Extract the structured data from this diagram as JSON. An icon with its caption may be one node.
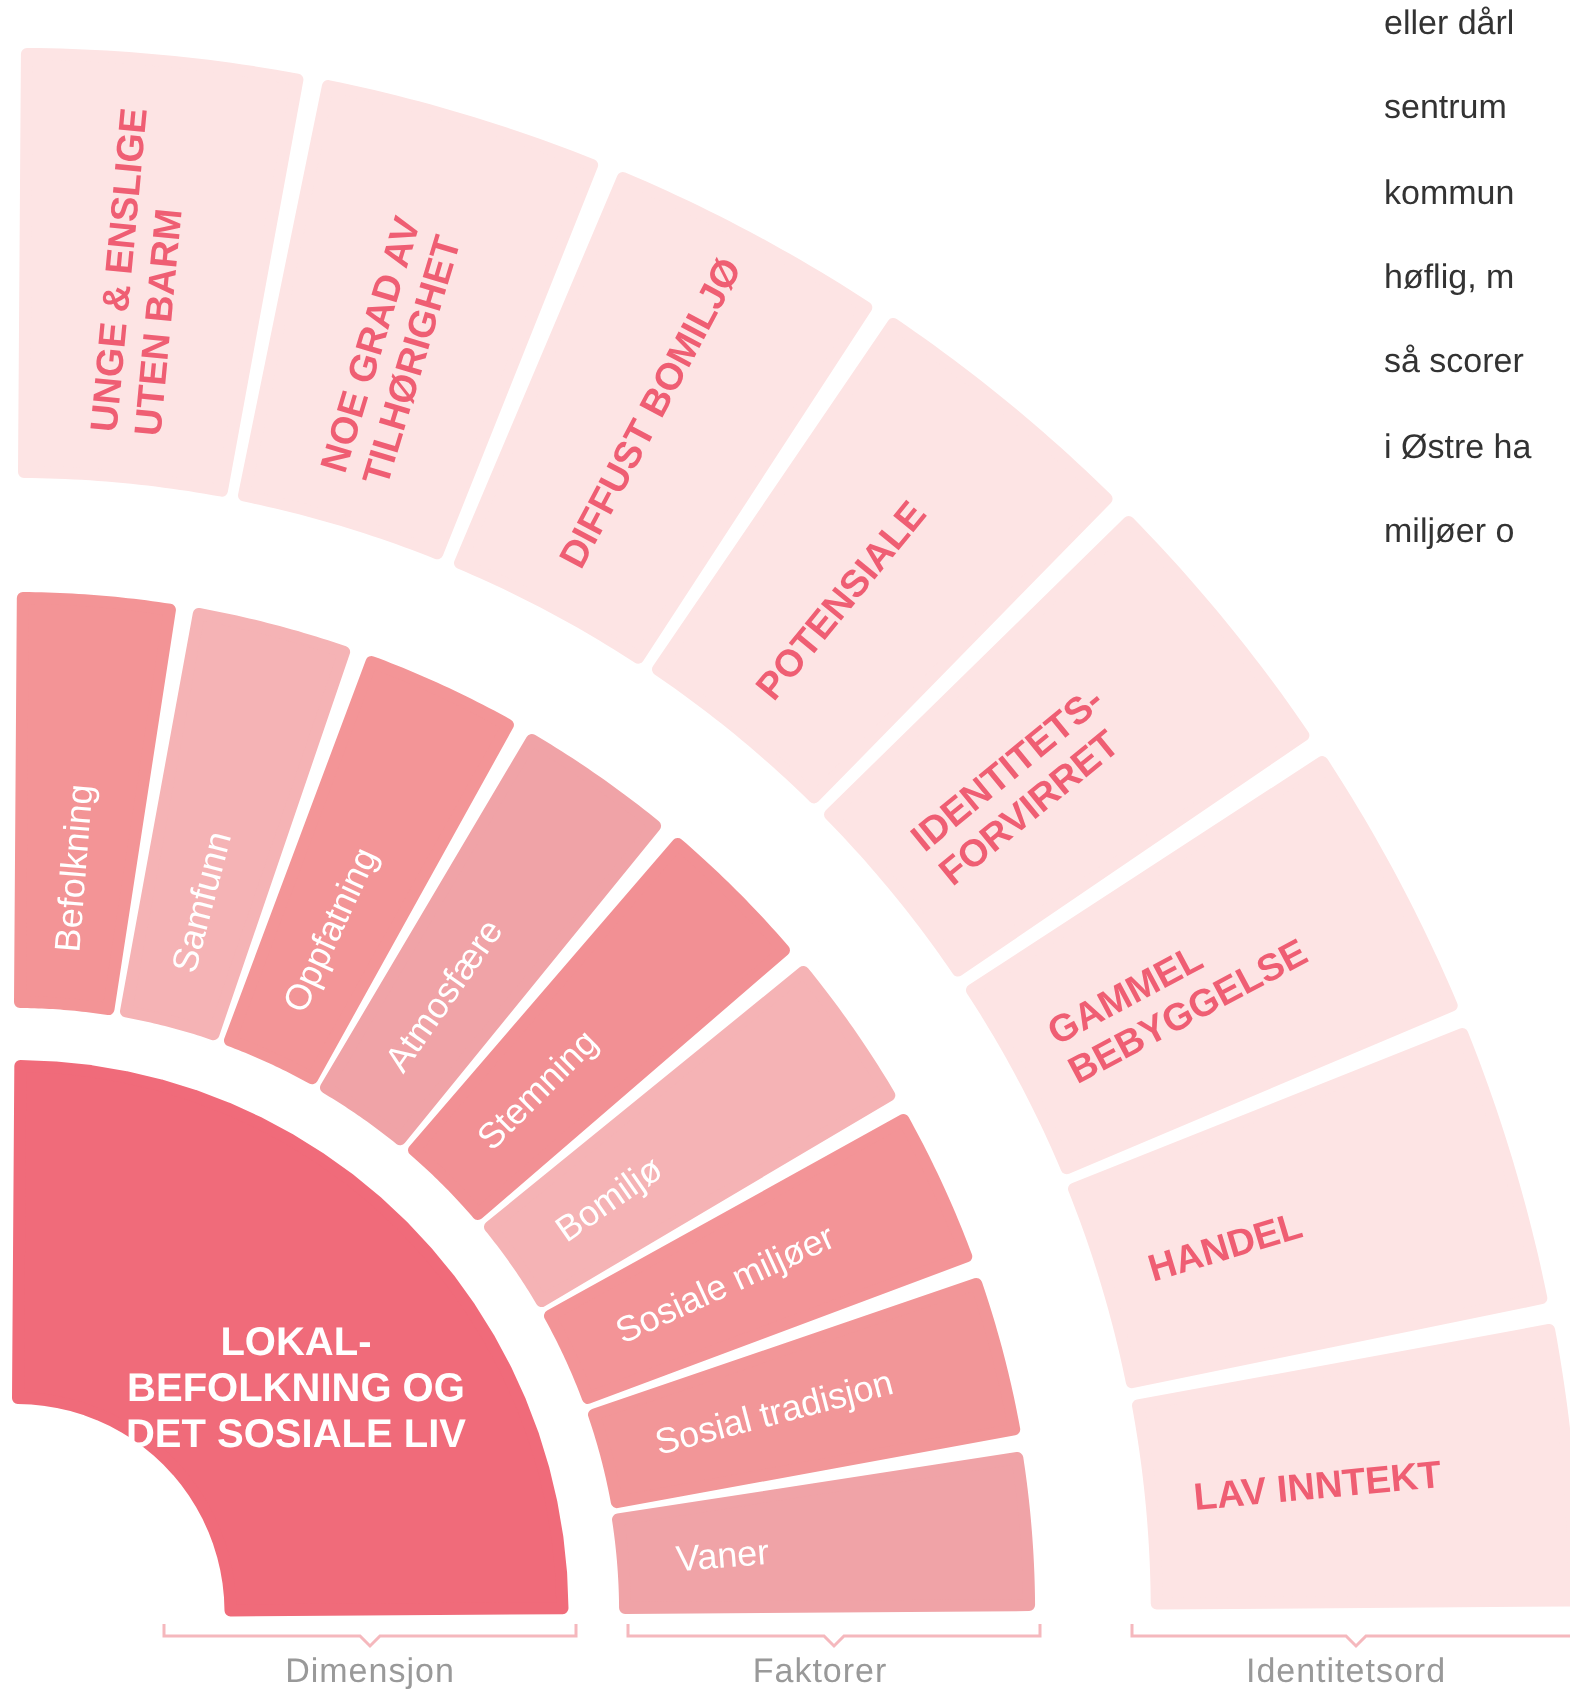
{
  "diagram": {
    "nodes": [
      {
        "text": [
          "LOKAL-BEFOLKNING OG DET SOSIALE LIV"
        ]
      },
      {
        "text": [
          "Befolkning"
        ]
      },
      {
        "text": [
          "Samfunn"
        ]
      },
      {
        "text": [
          "Oppfatning"
        ]
      },
      {
        "text": [
          "Atmosfære"
        ]
      },
      {
        "text": [
          "Stemning"
        ]
      },
      {
        "text": [
          "Bomiljø"
        ]
      },
      {
        "text": [
          "Sosiale miljøer"
        ]
      },
      {
        "text": [
          "Sosial tradisjon"
        ]
      },
      {
        "text": [
          "Vaner"
        ]
      },
      {
        "text": [
          "UNGE & ENSLIGE UTEN BARM"
        ]
      },
      {
        "text": [
          "NOE GRAD AV TILHØRIGHET"
        ]
      },
      {
        "text": [
          "DIFFUST BOMILJØ"
        ]
      },
      {
        "text": [
          "POTENSIALE"
        ]
      },
      {
        "text": [
          "IDENTITETS-FORVIRRET"
        ]
      },
      {
        "text": [
          "GAMMEL BEBYGGELSE"
        ]
      },
      {
        "text": [
          "HANDEL"
        ]
      },
      {
        "text": [
          "LAV INNTEKT"
        ]
      }
    ],
    "labels": [
      "eller dårl",
      "sentrum",
      "kommun",
      "høflig, m",
      "så scorer",
      "i Østre ha",
      "miljøer o",
      "Dimensjon",
      "Faktorer",
      "Identitetsord"
    ]
  }
}
